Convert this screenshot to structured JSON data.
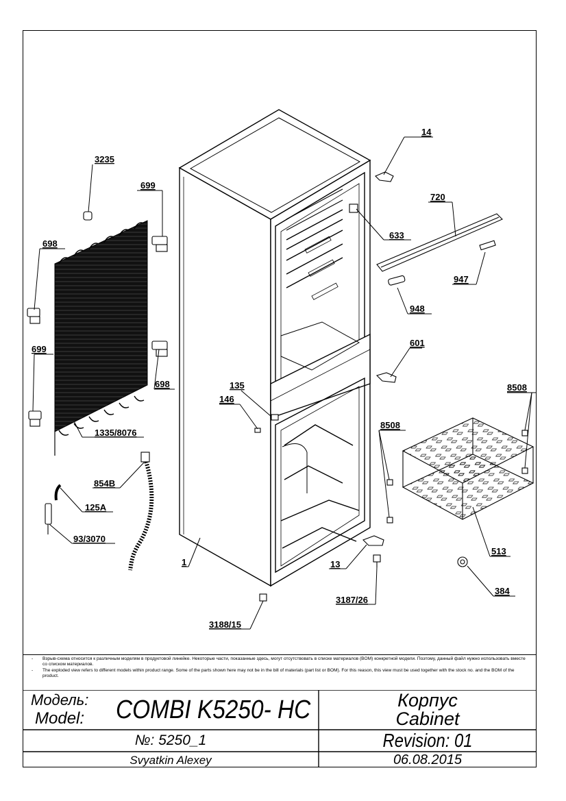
{
  "labels": {
    "p1": "1",
    "p13": "13",
    "p14": "14",
    "p125a": "125A",
    "p135": "135",
    "p146": "146",
    "p384": "384",
    "p513": "513",
    "p601": "601",
    "p633": "633",
    "p698a": "698",
    "p698b": "698",
    "p699a": "699",
    "p699b": "699",
    "p720": "720",
    "p854b": "854B",
    "p947": "947",
    "p948": "948",
    "p1335": "1335/8076",
    "p3187": "3187/26",
    "p3188": "3188/15",
    "p3235": "3235",
    "p8508a": "8508",
    "p8508b": "8508",
    "p93": "93/3070"
  },
  "notes": {
    "ru": "Взрыв-схема относится к различным моделям в продуктовой линейке.  Некоторые части, показанные здесь, могут отсутствовать в списке материалов (BOM) конкретной модели. Поэтому, данный файл нужно использовать вместе со списком материалов.",
    "en": "The exploded view refers to different models within product range. Some of the parts shown here may not be in the bill of materials (part list or BOM). For this reason, this view must be used together with the stock no. and the BOM of the product."
  },
  "title_block": {
    "model_label_ru": "Модель:",
    "model_label_en": "Model:",
    "model_name": "COMBI K5250- HC",
    "part_ru": "Корпус",
    "part_en": "Cabinet",
    "number": "№: 5250_1",
    "revision": "Revision: 01",
    "author": "Svyatkin Alexey",
    "date": "06.08.2015"
  }
}
